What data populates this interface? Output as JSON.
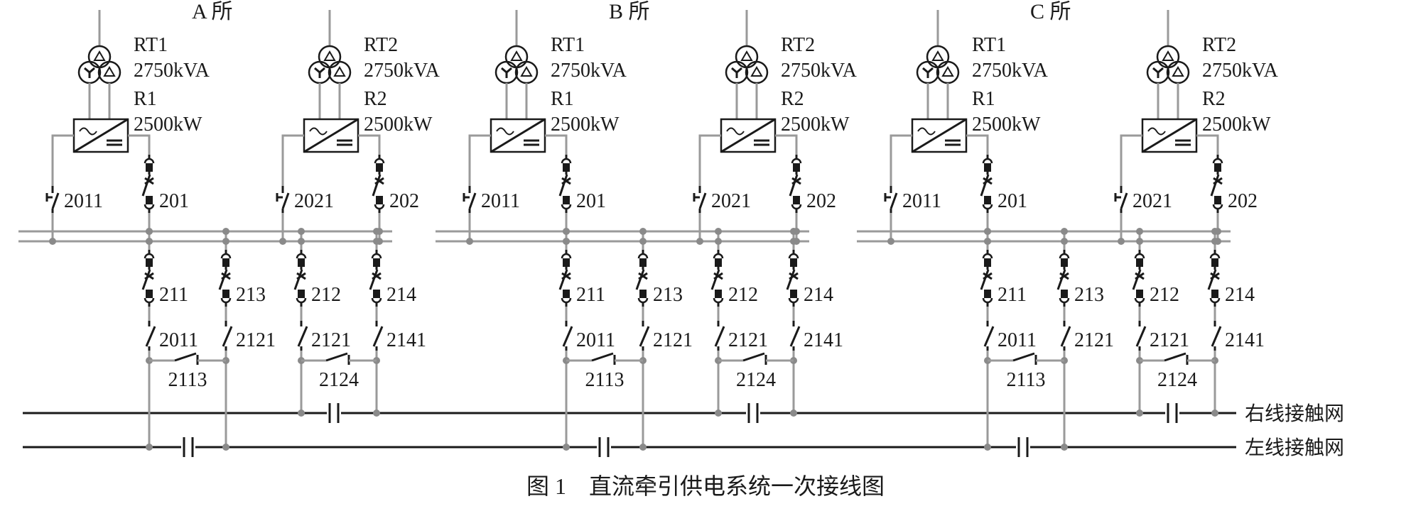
{
  "substations": [
    {
      "name": "A 所",
      "units": [
        {
          "tr": "RT1",
          "tr_rating": "2750kVA",
          "rect": "R1",
          "rect_rating": "2500kW",
          "isolator": "2011",
          "breaker": "201"
        },
        {
          "tr": "RT2",
          "tr_rating": "2750kVA",
          "rect": "R2",
          "rect_rating": "2500kW",
          "isolator": "2021",
          "breaker": "202"
        }
      ],
      "feeders": [
        {
          "breaker": "211",
          "switch": "2011"
        },
        {
          "breaker": "213",
          "switch": "2121"
        },
        {
          "breaker": "212",
          "switch": "2121"
        },
        {
          "breaker": "214",
          "switch": "2141"
        }
      ],
      "ties": [
        "2113",
        "2124"
      ]
    },
    {
      "name": "B 所",
      "units": [
        {
          "tr": "RT1",
          "tr_rating": "2750kVA",
          "rect": "R1",
          "rect_rating": "2500kW",
          "isolator": "2011",
          "breaker": "201"
        },
        {
          "tr": "RT2",
          "tr_rating": "2750kVA",
          "rect": "R2",
          "rect_rating": "2500kW",
          "isolator": "2021",
          "breaker": "202"
        }
      ],
      "feeders": [
        {
          "breaker": "211",
          "switch": "2011"
        },
        {
          "breaker": "213",
          "switch": "2121"
        },
        {
          "breaker": "212",
          "switch": "2121"
        },
        {
          "breaker": "214",
          "switch": "2141"
        }
      ],
      "ties": [
        "2113",
        "2124"
      ]
    },
    {
      "name": "C 所",
      "units": [
        {
          "tr": "RT1",
          "tr_rating": "2750kVA",
          "rect": "R1",
          "rect_rating": "2500kW",
          "isolator": "2011",
          "breaker": "201"
        },
        {
          "tr": "RT2",
          "tr_rating": "2750kVA",
          "rect": "R2",
          "rect_rating": "2500kW",
          "isolator": "2021",
          "breaker": "202"
        }
      ],
      "feeders": [
        {
          "breaker": "211",
          "switch": "2011"
        },
        {
          "breaker": "213",
          "switch": "2121"
        },
        {
          "breaker": "212",
          "switch": "2121"
        },
        {
          "breaker": "214",
          "switch": "2141"
        }
      ],
      "ties": [
        "2113",
        "2124"
      ]
    }
  ],
  "lines": {
    "right": "右线接触网",
    "left": "左线接触网"
  },
  "caption": "图 1　直流牵引供电系统一次接线图",
  "colors": {
    "gray_line": "#9a9a9a",
    "black_line": "#1a1a1a",
    "background": "#ffffff"
  }
}
